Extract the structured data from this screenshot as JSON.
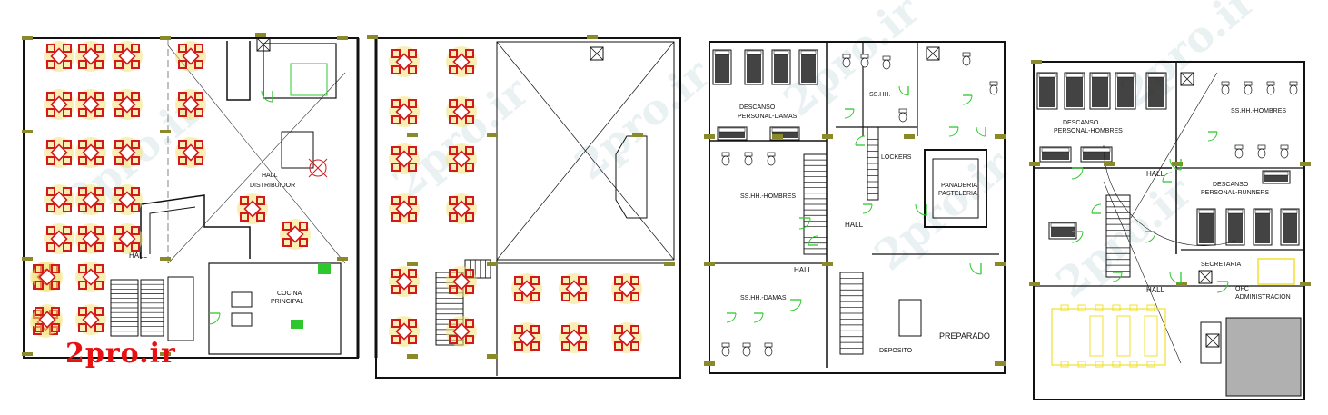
{
  "watermark": {
    "text": "2pro.ir",
    "color": "#e81010"
  },
  "colors": {
    "wall": "#111111",
    "column": "#8a8a2a",
    "door": "#2ec82e",
    "table_red": "#d21a1a",
    "table_fill": "#f2e27a",
    "furniture_yellow": "#f0e030",
    "bed_dark": "#222222"
  },
  "plans": {
    "plan1": {
      "hall": "HALL",
      "hall_distribuidor": [
        "HALL",
        "DISTRIBUIDOR"
      ],
      "cocina": [
        "COCINA",
        "PRINCIPAL"
      ]
    },
    "plan2": {},
    "plan3": {
      "descanso_damas": [
        "DESCANSO",
        "PERSONAL-DAMAS"
      ],
      "sshh": "SS.HH.",
      "lockers": "LOCKERS",
      "sshh_hombres": "SS.HH.-HOMBRES",
      "panaderia": [
        "PANADERIA",
        "PASTELERIA"
      ],
      "hall_a": "HALL",
      "hall_b": "HALL",
      "sshh_damas": "SS.HH.-DAMAS",
      "deposito": "DEPOSITO",
      "preparado": "PREPARADO"
    },
    "plan4": {
      "descanso_hombres": [
        "DESCANSO",
        "PERSONAL-HOMBRES"
      ],
      "sshh_hombres": "SS.HH.-HOMBRES",
      "hall_a": "HALL",
      "descanso_runners": [
        "DESCANSO",
        "PERSONAL-RUNNERS"
      ],
      "secretaria": "SECRETARIA",
      "hall_b": "HALL",
      "ofc_admin": [
        "OFC",
        "ADMINISTRACION"
      ]
    }
  }
}
